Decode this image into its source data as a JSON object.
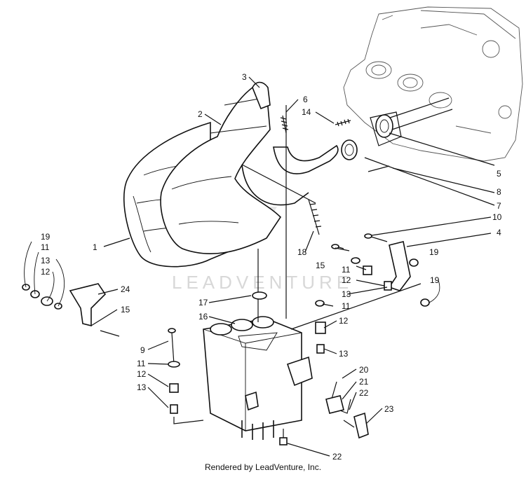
{
  "diagram": {
    "callouts": [
      {
        "label": "1"
      },
      {
        "label": "2"
      },
      {
        "label": "3"
      },
      {
        "label": "4"
      },
      {
        "label": "5"
      },
      {
        "label": "6"
      },
      {
        "label": "7"
      },
      {
        "label": "8"
      },
      {
        "label": "9"
      },
      {
        "label": "10"
      },
      {
        "label": "11"
      },
      {
        "label": "12"
      },
      {
        "label": "13"
      },
      {
        "label": "14"
      },
      {
        "label": "15"
      },
      {
        "label": "16"
      },
      {
        "label": "17"
      },
      {
        "label": "18"
      },
      {
        "label": "19"
      },
      {
        "label": "20"
      },
      {
        "label": "21"
      },
      {
        "label": "22"
      },
      {
        "label": "23"
      },
      {
        "label": "24"
      }
    ],
    "left_group_labels": [
      "19",
      "11",
      "13",
      "12"
    ],
    "left_stack_labels": [
      "9",
      "11",
      "12",
      "13"
    ],
    "right_stack_labels": [
      "15",
      "11",
      "12",
      "13"
    ],
    "lower_right_labels": [
      "11",
      "12",
      "13"
    ],
    "extra_labels": [
      "19",
      "15",
      "22"
    ]
  },
  "watermark": {
    "text": "LEADVENTURE"
  },
  "footer": {
    "text": "Rendered by LeadVenture, Inc."
  }
}
